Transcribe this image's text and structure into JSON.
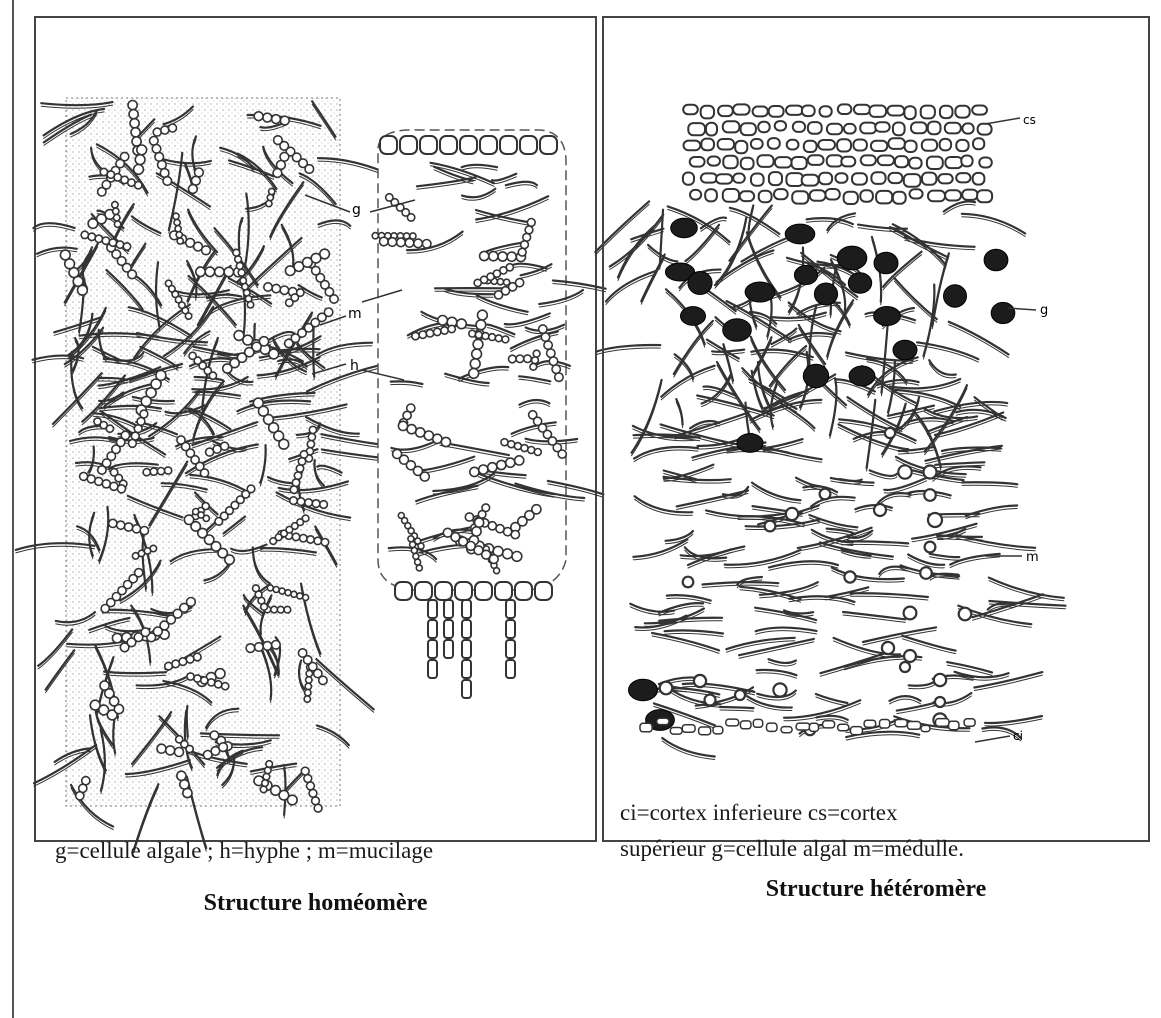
{
  "left": {
    "legend": "g=cellule algale ; h=hyphe ; m=mucilage",
    "title": "Structure homéomère",
    "labels": {
      "g": "g",
      "m": "m",
      "h": "h"
    }
  },
  "right": {
    "legend_line1": "ci=cortex inferieure  cs=cortex",
    "legend_line2": "supérieur g=cellule algal m=médulle.",
    "title": "Structure hétéromère",
    "labels": {
      "cs": "cs",
      "g": "g",
      "m": "m",
      "ci": "ci"
    }
  }
}
